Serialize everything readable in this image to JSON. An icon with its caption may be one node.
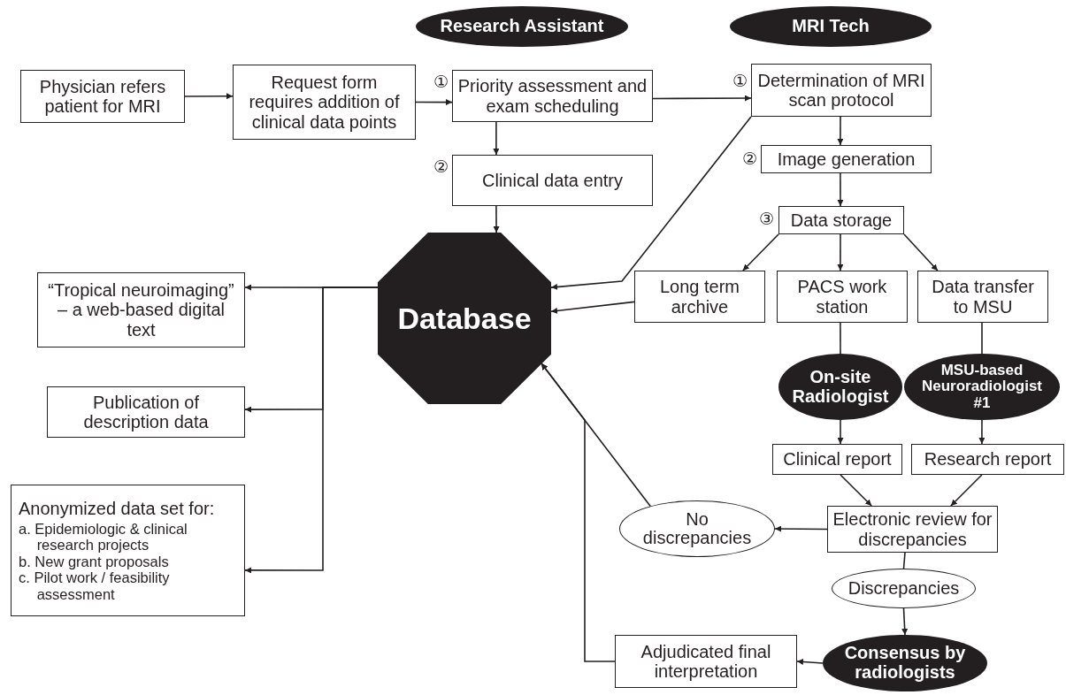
{
  "diagram": {
    "nodes": [
      {
        "text": [
          "Research Assistant"
        ]
      },
      {
        "text": [
          "MRI Tech"
        ]
      },
      {
        "text": [
          "Physician refers patient for MRI"
        ]
      },
      {
        "text": [
          "Request form requires addition of clinical data points"
        ]
      },
      {
        "text": [
          "Priority assessment and exam scheduling"
        ],
        "beside": [
          "①"
        ]
      },
      {
        "text": [
          "Clinical data entry"
        ],
        "beside": [
          "②"
        ]
      },
      {
        "text": [
          "Database"
        ]
      },
      {
        "text": [
          "Determination of MRI scan protocol"
        ],
        "beside": [
          "①"
        ]
      },
      {
        "text": [
          "Image generation"
        ],
        "beside": [
          "②"
        ]
      },
      {
        "text": [
          "Data storage"
        ],
        "beside": [
          "③"
        ]
      },
      {
        "text": [
          "“Tropical neuroimaging” – a web-based digital text"
        ]
      },
      {
        "text": [
          "Long term archive"
        ]
      },
      {
        "text": [
          "PACS work station"
        ]
      },
      {
        "text": [
          "Data transfer to MSU"
        ]
      },
      {
        "text": [
          "Publication of description data"
        ]
      },
      {
        "text": [
          "Anonymized data set for:",
          "a. Epidemiologic & clinical research projects",
          "b. New grant proposals",
          "c. Pilot work / feasibility assessment"
        ]
      },
      {
        "text": [
          "On-site Radiologist"
        ]
      },
      {
        "text": [
          "MSU-based Neuroradiologist #1"
        ]
      },
      {
        "text": [
          "Clinical report"
        ]
      },
      {
        "text": [
          "Research report"
        ]
      },
      {
        "text": [
          "No discrepancies"
        ]
      },
      {
        "text": [
          "Electronic review for discrepancies"
        ]
      },
      {
        "text": [
          "Discrepancies"
        ]
      },
      {
        "text": [
          "Adjudicated final interpretation"
        ]
      },
      {
        "text": [
          "Consensus by radiologists"
        ]
      }
    ],
    "edges": [
      {
        "from": 2,
        "to": 3,
        "arrow": "to"
      },
      {
        "from": 3,
        "to": 4,
        "arrow": "to"
      },
      {
        "from": 4,
        "to": 7,
        "arrow": "to"
      },
      {
        "from": 4,
        "to": 5,
        "arrow": "to"
      },
      {
        "from": 5,
        "to": 6,
        "arrow": "to"
      },
      {
        "from": 7,
        "to": 6,
        "arrow": "to"
      },
      {
        "from": 7,
        "to": 8,
        "arrow": "to"
      },
      {
        "from": 8,
        "to": 9,
        "arrow": "to"
      },
      {
        "from": 9,
        "to": 11,
        "arrow": "to"
      },
      {
        "from": 9,
        "to": 12,
        "arrow": "to"
      },
      {
        "from": 9,
        "to": 13,
        "arrow": "to"
      },
      {
        "from": 11,
        "to": 6,
        "arrow": "to"
      },
      {
        "from": 6,
        "to": 10,
        "arrow": "to"
      },
      {
        "from": 6,
        "to": 14,
        "arrow": "to"
      },
      {
        "from": 6,
        "to": 15,
        "arrow": "to"
      },
      {
        "from": 12,
        "to": 16,
        "arrow": "none"
      },
      {
        "from": 13,
        "to": 17,
        "arrow": "none"
      },
      {
        "from": 16,
        "to": 18,
        "arrow": "to"
      },
      {
        "from": 17,
        "to": 19,
        "arrow": "to"
      },
      {
        "from": 18,
        "to": 21,
        "arrow": "to"
      },
      {
        "from": 19,
        "to": 21,
        "arrow": "to"
      },
      {
        "from": 21,
        "to": 20,
        "arrow": "to"
      },
      {
        "from": 21,
        "to": 22,
        "arrow": "none"
      },
      {
        "from": 22,
        "to": 24,
        "arrow": "to"
      },
      {
        "from": 24,
        "to": 23,
        "arrow": "to"
      },
      {
        "from": 23,
        "to": 6,
        "arrow": "to"
      },
      {
        "from": 20,
        "to": 6,
        "arrow": "to"
      }
    ]
  }
}
